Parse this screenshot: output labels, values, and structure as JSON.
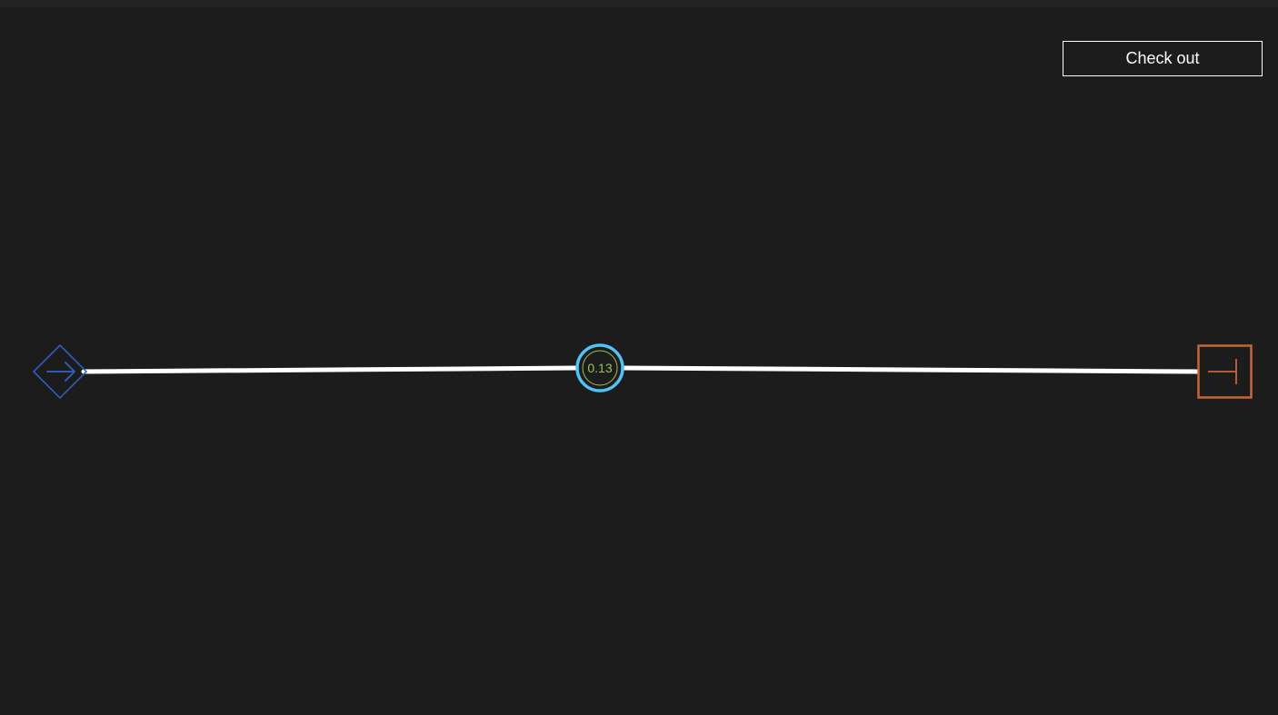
{
  "toolbar": {
    "checkout_label": "Check out"
  },
  "track": {
    "start_icon": "arrow-right-diamond-icon",
    "end_icon": "stop-bar-square-icon",
    "knob_value": "0.13",
    "knob_position_fraction": 0.48
  },
  "colors": {
    "background": "#1c1c1c",
    "track": "#ffffff",
    "start_marker": "#2f62c9",
    "end_marker": "#c8643a",
    "knob_ring": "#4fc3f7",
    "knob_label": "#9bc25a"
  }
}
